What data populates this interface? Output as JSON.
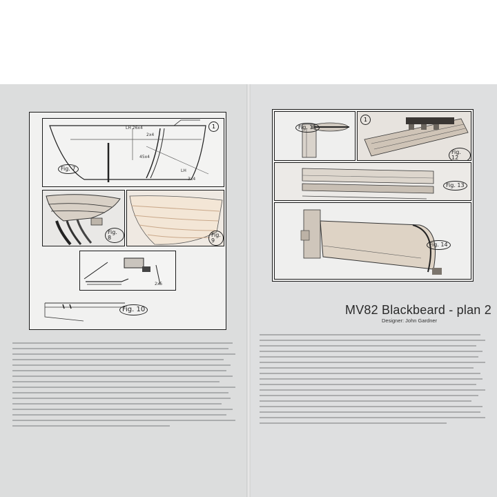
{
  "plan": {
    "title": "MV82 Blackbeard - plan 2",
    "designer": "Designer: John Gardner"
  },
  "figures": {
    "fig7": "Fig. 7",
    "fig8": "Fig. 8",
    "fig9": "Fig. 9",
    "fig10": "Fig. 10",
    "fig11": "Fig. 11",
    "fig12": "Fig. 12",
    "fig13": "Fig. 13",
    "fig14": "Fig. 14"
  },
  "step_numbers": {
    "left": "1",
    "right": "1"
  },
  "drawing_notes": {
    "fig7_a": "LH 26x4",
    "fig7_b": "2x4",
    "fig7_c": "45x4",
    "fig7_d": "LH",
    "fig7_e": "3x4",
    "fig10_a": "2x5"
  }
}
